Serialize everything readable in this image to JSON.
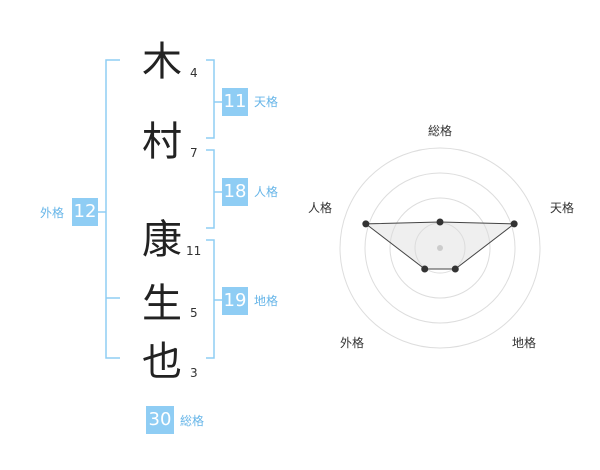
{
  "name": {
    "chars": [
      {
        "char": "木",
        "strokes": "4"
      },
      {
        "char": "村",
        "strokes": "7"
      },
      {
        "char": "康",
        "strokes": "11"
      },
      {
        "char": "生",
        "strokes": "5"
      },
      {
        "char": "也",
        "strokes": "3"
      }
    ]
  },
  "fortunes": {
    "tenkaku": {
      "value": "11",
      "label": "天格"
    },
    "jinkaku": {
      "value": "18",
      "label": "人格"
    },
    "chikaku": {
      "value": "19",
      "label": "地格"
    },
    "gaikaku": {
      "value": "12",
      "label": "外格"
    },
    "soukaku": {
      "value": "30",
      "label": "総格"
    }
  },
  "colors": {
    "accent": "#8fcdf4",
    "accent_text": "#66b5e8",
    "bracket": "#8fcdf4"
  },
  "chart_data": {
    "type": "radar",
    "axes": [
      "総格",
      "天格",
      "地格",
      "外格",
      "人格"
    ],
    "values": [
      0.26,
      0.78,
      0.26,
      0.26,
      0.78
    ],
    "range": [
      0,
      1
    ],
    "rings": 4
  }
}
